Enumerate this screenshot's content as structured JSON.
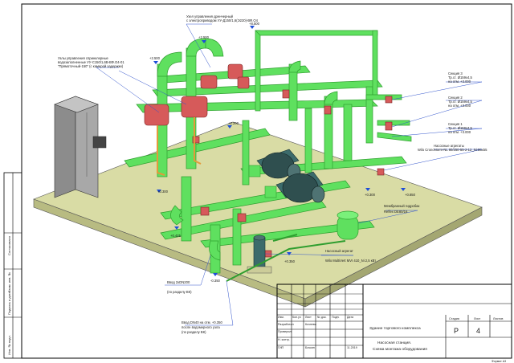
{
  "colors": {
    "pipe": "#5fe05f",
    "pipe_dark": "#2f9e2f",
    "valve": "#d65a5a",
    "base": "#d9dca5",
    "base_side": "#b8bb82",
    "cabinet": "#8c8c8c",
    "motor": "#2f4f4f",
    "frame": "#000000",
    "leader": "#3355cc",
    "elev_mark": "#1d4ed8"
  },
  "callouts": {
    "c1": [
      "Узел управления дренчерный",
      "с электроприводом УУ-Д150/1,6(Э220)-ВФ.О4"
    ],
    "c2": [
      "Узлы управления спринклерные",
      "водозаполненные УУ-С150/1,6В-ВФ.О4-01",
      "\"Прямоточный-150\" (с камерой задержки)"
    ],
    "c3": [
      "Секция 3",
      "Тр.ст. Ø159х4,5",
      "на отм. +3.000"
    ],
    "c4": [
      "Секция 2",
      "Тр.ст. Ø159х4,5",
      "на отм. +3.000"
    ],
    "c5": [
      "Секция 1",
      "Тр.ст. Ø159х4,5",
      "на отм. +3.000"
    ],
    "c6": [
      "Насосные агрегаты",
      "Wilo CronoNorm-NL 80/250-55-2-12_Ni-55x55"
    ],
    "c7": [
      "Мембранный гидробак",
      "Reflex DE80/16"
    ],
    "c8": [
      "Насосный агрегат",
      "Wilo MultiVert MVI 410_Ni 2,5 кВт"
    ],
    "c9": [
      "Ввод 2хDN200",
      "(по разделу ВК)"
    ],
    "c10": [
      "Ввод DN40 на отм. +0.350",
      "после водомерного узла",
      "(по разделу ВК)"
    ]
  },
  "elevations": {
    "e1": "+8.500",
    "e2": "+2.500",
    "e3": "+2.500",
    "e4": "+2.200",
    "e5": "+0.300",
    "e6": "+0.425",
    "e7": "+0.350",
    "e8": "+0.850",
    "e9": "+0.300",
    "e10": "-0.350"
  },
  "side_stamp": {
    "labels": [
      "Согласовано",
      "Взам. инв. №",
      "Подпись и дата",
      "Инв. № подл."
    ]
  },
  "title_block": {
    "rows": [
      [
        "Изм.",
        "Кол.уч",
        "Лист",
        "№ док.",
        "Подп.",
        "Дата"
      ],
      [
        "Разработал",
        "",
        "Кочнева",
        "",
        "",
        ""
      ],
      [
        "Проверил",
        "",
        "",
        "",
        "",
        ""
      ],
      [
        "Н. контр.",
        "",
        "",
        "",
        "",
        ""
      ],
      [
        "ГИП",
        "",
        "Бочкин",
        "",
        "",
        "11.2019"
      ]
    ],
    "project": "Здание торгового комплекса",
    "drawing_title": [
      "Насосная станция.",
      "Схема монтажа оборудования"
    ],
    "stage_header": "Стадия",
    "sheet_header": "Лист",
    "sheets_header": "Листов",
    "stage": "Р",
    "sheet": "4",
    "sheets": "",
    "format": "Формат А3"
  }
}
